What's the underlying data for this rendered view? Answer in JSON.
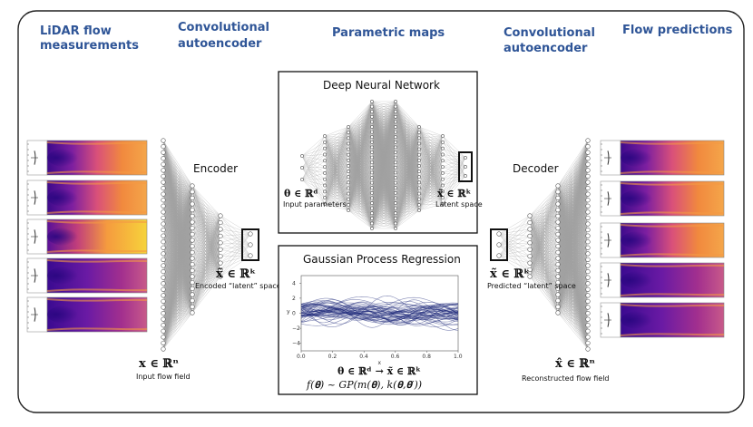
{
  "headers": {
    "lidar_line1": "LiDAR flow",
    "lidar_line2": "measurements",
    "conv_left_line1": "Convolutional",
    "conv_left_line2": "autoencoder",
    "parametric": "Parametric maps",
    "conv_right_line1": "Convolutional",
    "conv_right_line2": "autoencoder",
    "flow_predictions": "Flow predictions"
  },
  "encoder": {
    "title": "Encoder",
    "input_math": "𝐱 ∈ ℝⁿ",
    "input_label": "Input flow field",
    "latent_math": "𝐱̃ ∈ ℝᵏ",
    "latent_label": "Encoded “latent” space"
  },
  "decoder": {
    "title": "Decoder",
    "latent_math": "𝐱̃ ∈ ℝᵏ",
    "latent_label": "Predicted “latent” space",
    "output_math": "𝐱̂ ∈ ℝⁿ",
    "output_label": "Reconstructed flow field"
  },
  "dnn": {
    "title": "Deep Neural Network",
    "input_math": "𝛉 ∈ ℝᵈ",
    "input_label": "Input parameters",
    "output_math": "𝐱̃ ∈ ℝᵏ",
    "output_label": "Latent space"
  },
  "gpr": {
    "title": "Gaussian Process Regression",
    "mapping_math": "𝛉 ∈ ℝᵈ → 𝐱̃ ∈ ℝᵏ",
    "formula": "f(𝛉) ~ GP(m(𝛉), k(𝛉,𝛉′))"
  },
  "colors": {
    "header_blue": "#2f5597",
    "curve_navy": "#1f2a7a",
    "heat_dark": "#4b0c9c",
    "heat_mid": "#c2417e",
    "heat_light": "#f4a04a",
    "heat_yellow": "#f5d23a"
  },
  "chart_data": {
    "type": "line",
    "xlim": [
      0.0,
      1.0
    ],
    "ylim": [
      -5,
      5
    ],
    "xticks": [
      "0.0",
      "0.2",
      "0.4",
      "0.6",
      "0.8",
      "1.0"
    ],
    "yticks": [
      "4",
      "2",
      "0",
      "−2",
      "−4"
    ],
    "xlabel": "x",
    "ylabel": "y",
    "n_samples": 50
  }
}
